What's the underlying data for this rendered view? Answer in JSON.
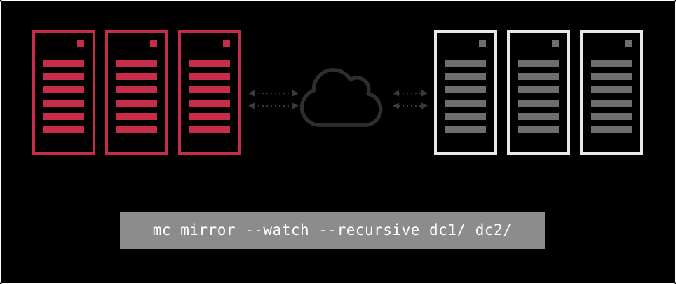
{
  "colors": {
    "background": "#000000",
    "accent-red": "#c72c48",
    "server-gray-border": "#e8e8e8",
    "server-gray-stripe": "#6e6e6e",
    "cloud-outline": "#2e2e2e",
    "arrow": "#3a3a3a",
    "command-bg": "#8c8c8c",
    "command-text": "#ffffff"
  },
  "clusters": {
    "left": {
      "servers": 3
    },
    "right": {
      "servers": 3
    }
  },
  "command": {
    "text": "mc mirror --watch --recursive dc1/ dc2/"
  }
}
